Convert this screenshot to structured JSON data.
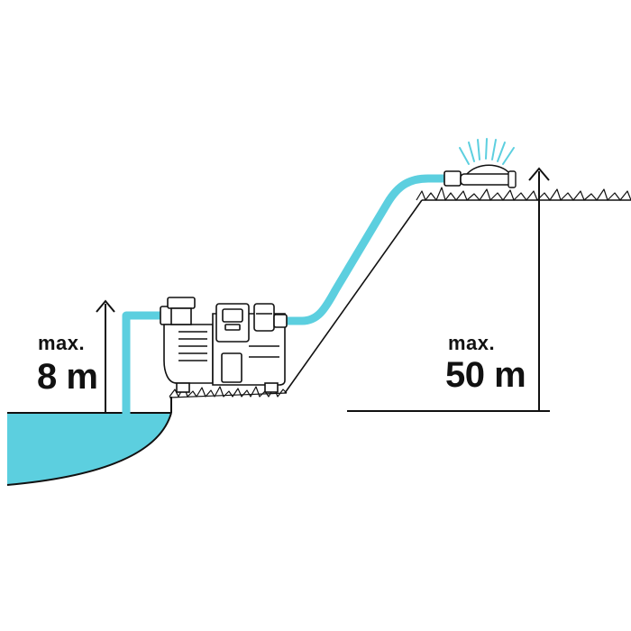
{
  "colors": {
    "water": "#5ccfdf",
    "water_outline": "#1a1a1a",
    "line": "#111111",
    "pump_body": "#ffffff"
  },
  "labels": {
    "suction_max": "max.",
    "suction_value": "8 m",
    "delivery_max": "max.",
    "delivery_value": "50 m"
  },
  "icons": {
    "pump": "garden-pump-icon",
    "sprinkler": "sprinkler-icon",
    "water_source": "water-pond",
    "grass": "grass-tufts"
  }
}
